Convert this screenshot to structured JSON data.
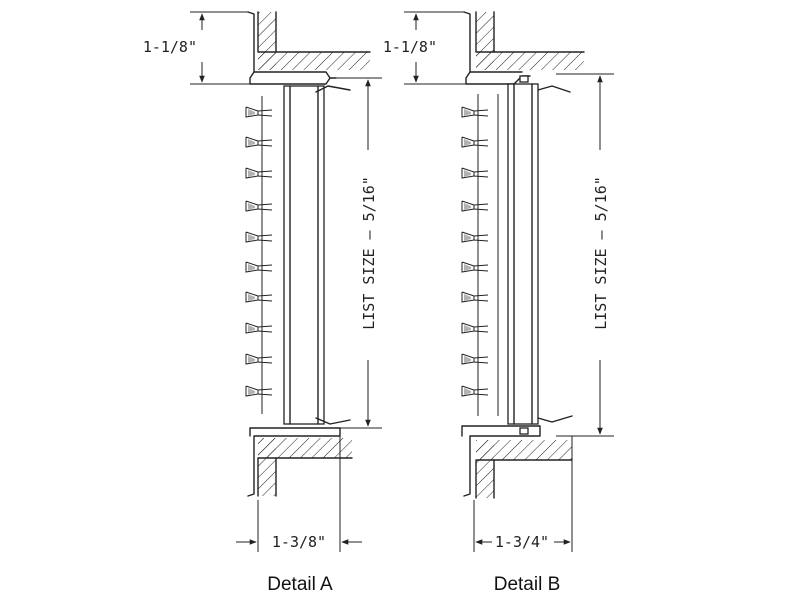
{
  "details": [
    {
      "caption": "Detail A",
      "top_dim": "1-1/8\"",
      "list_size_label": "LIST SIZE",
      "list_size_value": "5/16\"",
      "bottom_dim": "1-3/8\""
    },
    {
      "caption": "Detail B",
      "top_dim": "1-1/8\"",
      "list_size_label": "LIST SIZE",
      "list_size_value": "5/16\"",
      "bottom_dim": "1-3/4\""
    }
  ],
  "colors": {
    "line": "#222222",
    "background": "#ffffff"
  }
}
